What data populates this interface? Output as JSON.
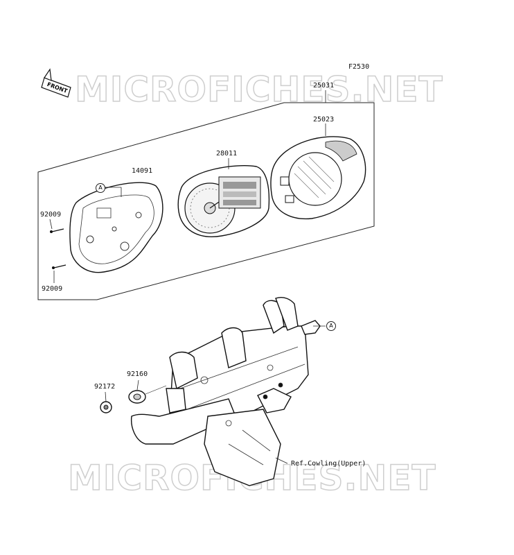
{
  "diagram": {
    "figure_code": "F2530",
    "front_label": "FRONT",
    "watermark": "MICROFICHES.NET",
    "ref_note": "Ref.Cowling(Upper)",
    "callout_letter": "A",
    "parts": {
      "p25031": "25031",
      "p25023": "25023",
      "p28011": "28011",
      "p14091": "14091",
      "p92009a": "92009",
      "p92009b": "92009",
      "p92160": "92160",
      "p92172": "92172"
    }
  }
}
